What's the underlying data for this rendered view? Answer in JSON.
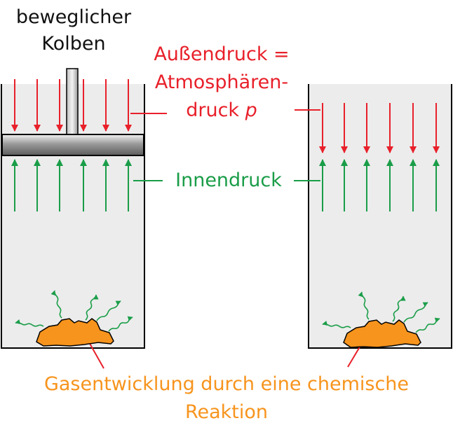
{
  "labels": {
    "piston_line1": "beweglicher",
    "piston_line2": "Kolben",
    "outer_line1": "Außendruck =",
    "outer_line2": "Atmosphären-",
    "outer_line3_text": "druck ",
    "outer_line3_var": "p",
    "inner": "Innendruck",
    "gas_line1": "Gasentwicklung durch eine chemische",
    "gas_line2": "Reaktion"
  },
  "colors": {
    "external_pressure": "#e8202a",
    "internal_pressure": "#1a9d48",
    "gas_release": "#1a9d48",
    "reaction_substance": "#f7941d",
    "caption_orange": "#f7941d",
    "cylinder_fill": "#ececec",
    "outline": "#000000"
  },
  "icons": {
    "piston": "piston-icon",
    "reactant": "rock-icon",
    "gas": "wavy-arrow-icon"
  }
}
